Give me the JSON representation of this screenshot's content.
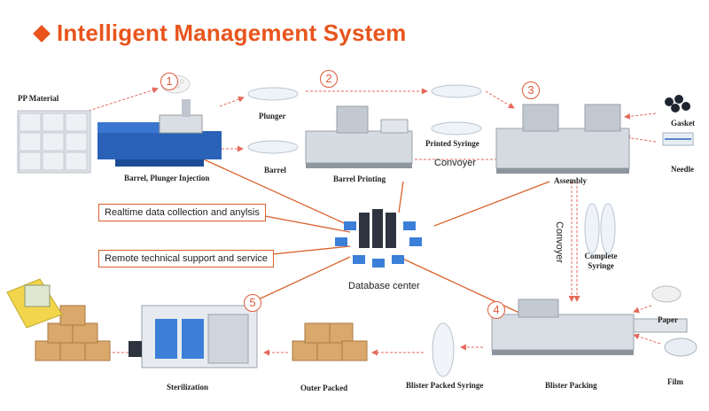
{
  "title": "Intelligent Management System",
  "steps": [
    "1",
    "2",
    "3",
    "4",
    "5"
  ],
  "labels": {
    "pp_material": "PP Material",
    "plunger": "Plunger",
    "barrel": "Barrel",
    "barrel_plunger_injection": "Barrel, Plunger Injection",
    "barrel_printing": "Barrel Printing",
    "printed_syringe": "Printed Syringe",
    "convoyer_h": "Convoyer",
    "assembly": "Assembly",
    "gasket": "Gasket",
    "needle": "Needle",
    "convoyer_v": "Convoyer",
    "complete_syringe": "Complete Syringe",
    "database_center": "Database center",
    "paper": "Paper",
    "film": "Film",
    "blister_packing": "Blister Packing",
    "blister_packed_syringe": "Blister Packed Syringe",
    "outer_packed": "Outer Packed",
    "sterilization": "Sterilization"
  },
  "boxes": {
    "realtime": "Realtime data collection and anylsis",
    "remote": "Remote technical support and service"
  },
  "colors": {
    "accent": "#e8541c",
    "wire": "#d9622b",
    "arrow": "#e46a5c"
  }
}
